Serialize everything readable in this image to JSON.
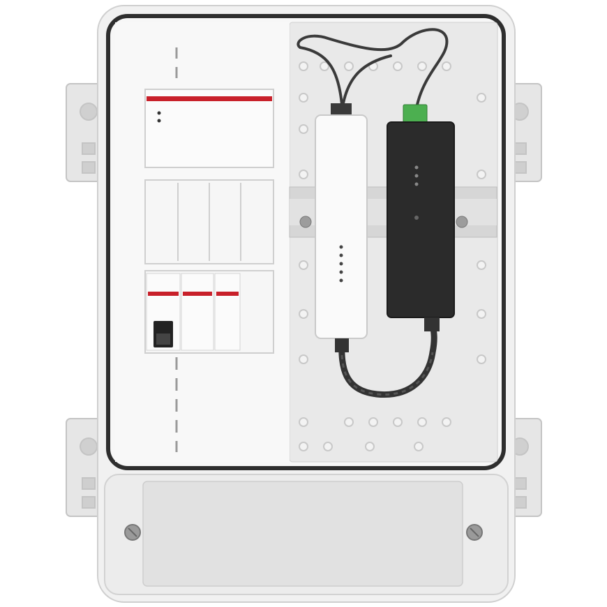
{
  "colors": {
    "enclosure": "#f1f1f1",
    "gasket": "#2e2e2e",
    "mounting_plate": "#e9e9e9",
    "breaker_stripe": "#c8202a",
    "white_device": "#fafafa",
    "black_device": "#2b2b2b",
    "connector": "#4caf50",
    "cable": "#3a3a3a"
  },
  "icons": [
    "enclosure",
    "circuit-breaker",
    "din-rail",
    "white-module",
    "black-module",
    "cable",
    "screw"
  ]
}
